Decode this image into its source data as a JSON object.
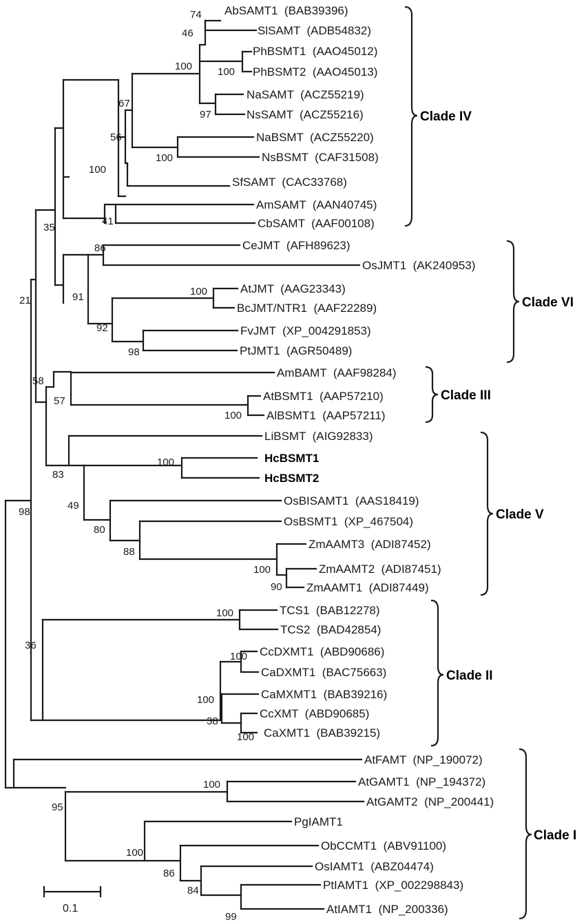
{
  "taxa": {
    "AbSAMT1": "AbSAMT1  (BAB39396)",
    "SlSAMT": "SlSAMT  (ADB54832)",
    "PhBSMT1": "PhBSMT1  (AAO45012)",
    "PhBSMT2": "PhBSMT2  (AAO45013)",
    "NaSAMT": "NaSAMT  (ACZ55219)",
    "NsSAMT": "NsSAMT  (ACZ55216)",
    "NaBSMT": "NaBSMT  (ACZ55220)",
    "NsBSMT": "NsBSMT  (CAF31508)",
    "SfSAMT": "SfSAMT  (CAC33768)",
    "AmSAMT": "AmSAMT  (AAN40745)",
    "CbSAMT": "CbSAMT  (AAF00108)",
    "CeJMT": "CeJMT  (AFH89623)",
    "OsJMT1": "OsJMT1  (AK240953)",
    "AtJMT": "AtJMT  (AAG23343)",
    "BcJMT": "BcJMT/NTR1  (AAF22289)",
    "FvJMT": "FvJMT  (XP_004291853)",
    "PtJMT1": "PtJMT1  (AGR50489)",
    "AmBAMT": "AmBAMT  (AAF98284)",
    "AtBSMT1": "AtBSMT1  (AAP57210)",
    "AlBSMT1": "AlBSMT1  (AAP57211)",
    "LiBSMT": "LiBSMT  (AIG92833)",
    "HcBSMT1": "HcBSMT1",
    "HcBSMT2": "HcBSMT2",
    "OsBISAMT1": "OsBISAMT1  (AAS18419)",
    "OsBSMT1": "OsBSMT1  (XP_467504)",
    "ZmAAMT3": "ZmAAMT3  (ADI87452)",
    "ZmAAMT2": "ZmAAMT2  (ADI87451)",
    "ZmAAMT1": "ZmAAMT1  (ADI87449)",
    "TCS1": "TCS1  (BAB12278)",
    "TCS2": "TCS2  (BAD42854)",
    "CcDXMT1": "CcDXMT1  (ABD90686)",
    "CaDXMT1": "CaDXMT1  (BAC75663)",
    "CaMXMT1": "CaMXMT1  (BAB39216)",
    "CcXMT": "CcXMT  (ABD90685)",
    "CaXMT1": "CaXMT1  (BAB39215)",
    "AtFAMT": "AtFAMT  (NP_190072)",
    "AtGAMT1": "AtGAMT1  (NP_194372)",
    "AtGAMT2": "AtGAMT2  (NP_200441)",
    "PgIAMT1": "PgIAMT1",
    "ObCCMT1": "ObCCMT1  (ABV91100)",
    "OsIAMT1": "OsIAMT1  (ABZ04474)",
    "PtIAMT1": "PtIAMT1  (XP_002298843)",
    "AtIAMT1": "AtIAMT1  (NP_200336)"
  },
  "bootstrap": {
    "b74": "74",
    "b46": "46",
    "b100a": "100",
    "b100b": "100",
    "b97": "97",
    "b67": "67",
    "b56": "56",
    "b100c": "100",
    "b100d": "100",
    "b41": "41",
    "b35": "35",
    "b86": "86",
    "b91": "91",
    "b100e": "100",
    "b92": "92",
    "b98a": "98",
    "b21": "21",
    "b58": "58",
    "b57": "57",
    "b100f": "100",
    "b83": "83",
    "b100g": "100",
    "b49": "49",
    "b80": "80",
    "b88": "88",
    "b100h": "100",
    "b90": "90",
    "b98b": "98",
    "b100i": "100",
    "b36": "36",
    "b100j": "100",
    "b100k": "100",
    "b38": "38",
    "b100l": "100",
    "b100m": "100",
    "b95": "95",
    "b100n": "100",
    "b86b": "86",
    "b84": "84",
    "b99": "99"
  },
  "clades": {
    "IV": "Clade IV",
    "VI": "Clade VI",
    "III": "Clade III",
    "V": "Clade V",
    "II": "Clade II",
    "I": "Clade I"
  },
  "scale_bar": {
    "label": "0.1"
  }
}
